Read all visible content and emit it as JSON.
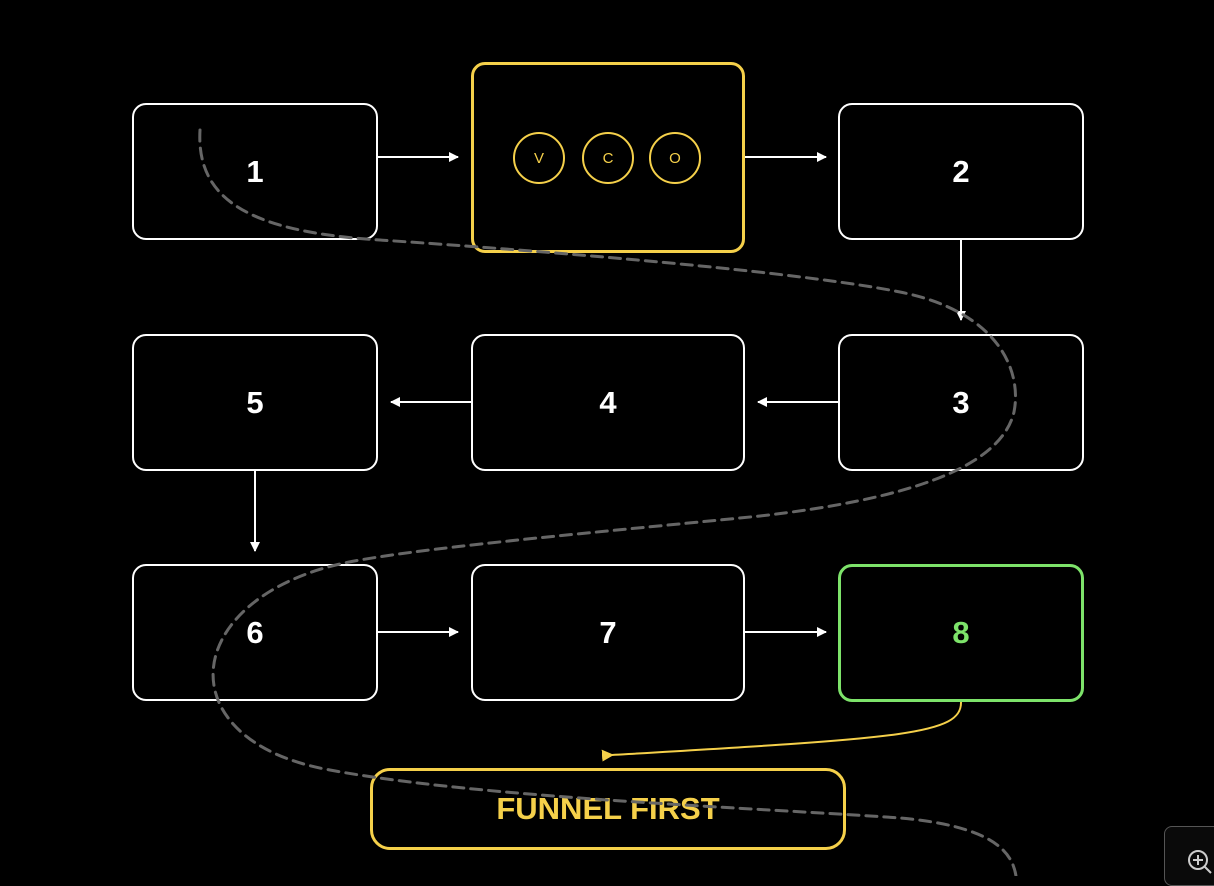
{
  "steps": {
    "s1": "1",
    "s2": "2",
    "s3": "3",
    "s4": "4",
    "s5": "5",
    "s6": "6",
    "s7": "7",
    "s8": "8"
  },
  "vco": {
    "v": "V",
    "c": "C",
    "o": "O"
  },
  "funnel_label": "FUNNEL FIRST",
  "controls": {
    "zoom_icon": "zoom-in-icon"
  },
  "colors": {
    "background": "#000000",
    "box_border": "#ffffff",
    "highlight": "#f5d04a",
    "final": "#7de36a",
    "dashed_path": "#666666"
  }
}
